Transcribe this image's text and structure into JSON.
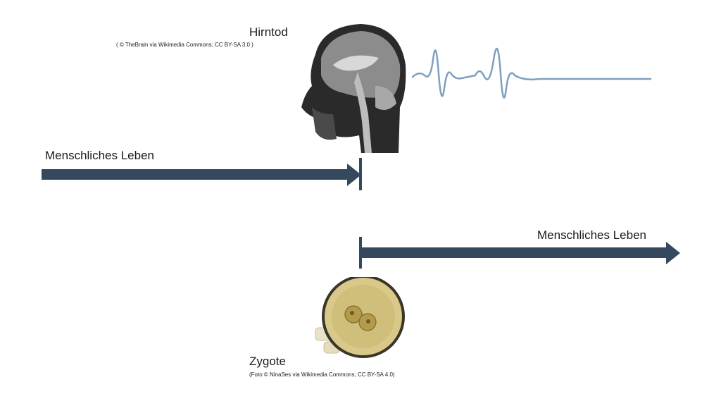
{
  "top": {
    "title": "Hirntod",
    "credit": "( © TheBrain via Wikimedia Commons; CC BY-SA 3.0 )",
    "life_label": "Menschliches Leben"
  },
  "bottom": {
    "title": "Zygote",
    "credit": "(Foto © NinaSes via Wikimedia Commons; CC BY-SA 4.0)",
    "life_label": "Menschliches Leben"
  },
  "colors": {
    "arrow": "#34495e",
    "eeg_line": "#7f9fbf",
    "brain_bg": "#2a2a2a",
    "zygote_fill": "#d8c98a"
  },
  "icons": {
    "brain": "brain-mri-image",
    "zygote": "zygote-photo-image",
    "eeg": "eeg-waveform"
  }
}
